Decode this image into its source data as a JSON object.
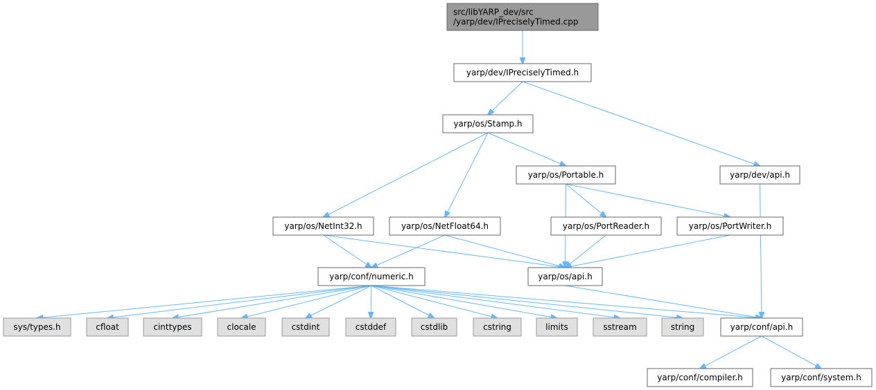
{
  "graph": {
    "colors": {
      "edge": "#63b8ff",
      "root_fill": "#999999",
      "root_border": "#666666",
      "internal_fill": "#ffffff",
      "internal_border": "#666666",
      "system_fill": "#e0e0e0",
      "system_border": "#999999"
    },
    "nodes": {
      "root": {
        "lines": [
          "src/libYARP_dev/src",
          "/yarp/dev/IPreciselyTimed.cpp"
        ],
        "kind": "root"
      },
      "ipt": {
        "lines": [
          "yarp/dev/IPreciselyTimed.h"
        ],
        "kind": "internal"
      },
      "stamp": {
        "lines": [
          "yarp/os/Stamp.h"
        ],
        "kind": "internal"
      },
      "devapi": {
        "lines": [
          "yarp/dev/api.h"
        ],
        "kind": "internal"
      },
      "portable": {
        "lines": [
          "yarp/os/Portable.h"
        ],
        "kind": "internal"
      },
      "netint32": {
        "lines": [
          "yarp/os/NetInt32.h"
        ],
        "kind": "internal"
      },
      "netfloat64": {
        "lines": [
          "yarp/os/NetFloat64.h"
        ],
        "kind": "internal"
      },
      "portreader": {
        "lines": [
          "yarp/os/PortReader.h"
        ],
        "kind": "internal"
      },
      "portwriter": {
        "lines": [
          "yarp/os/PortWriter.h"
        ],
        "kind": "internal"
      },
      "numeric": {
        "lines": [
          "yarp/conf/numeric.h"
        ],
        "kind": "internal"
      },
      "osapi": {
        "lines": [
          "yarp/os/api.h"
        ],
        "kind": "internal"
      },
      "systypes": {
        "lines": [
          "sys/types.h"
        ],
        "kind": "system"
      },
      "cfloat": {
        "lines": [
          "cfloat"
        ],
        "kind": "system"
      },
      "cinttypes": {
        "lines": [
          "cinttypes"
        ],
        "kind": "system"
      },
      "clocale": {
        "lines": [
          "clocale"
        ],
        "kind": "system"
      },
      "cstdint": {
        "lines": [
          "cstdint"
        ],
        "kind": "system"
      },
      "cstddef": {
        "lines": [
          "cstddef"
        ],
        "kind": "system"
      },
      "cstdlib": {
        "lines": [
          "cstdlib"
        ],
        "kind": "system"
      },
      "cstring": {
        "lines": [
          "cstring"
        ],
        "kind": "system"
      },
      "limits": {
        "lines": [
          "limits"
        ],
        "kind": "system"
      },
      "sstream": {
        "lines": [
          "sstream"
        ],
        "kind": "system"
      },
      "string": {
        "lines": [
          "string"
        ],
        "kind": "system"
      },
      "confapi": {
        "lines": [
          "yarp/conf/api.h"
        ],
        "kind": "internal"
      },
      "compiler": {
        "lines": [
          "yarp/conf/compiler.h"
        ],
        "kind": "internal"
      },
      "system": {
        "lines": [
          "yarp/conf/system.h"
        ],
        "kind": "internal"
      }
    },
    "edges": [
      [
        "root",
        "ipt"
      ],
      [
        "ipt",
        "stamp"
      ],
      [
        "ipt",
        "devapi"
      ],
      [
        "stamp",
        "netint32"
      ],
      [
        "stamp",
        "netfloat64"
      ],
      [
        "stamp",
        "portable"
      ],
      [
        "portable",
        "osapi"
      ],
      [
        "portable",
        "portreader"
      ],
      [
        "portable",
        "portwriter"
      ],
      [
        "portreader",
        "osapi"
      ],
      [
        "portwriter",
        "osapi"
      ],
      [
        "netint32",
        "numeric"
      ],
      [
        "netint32",
        "osapi"
      ],
      [
        "netfloat64",
        "numeric"
      ],
      [
        "netfloat64",
        "osapi"
      ],
      [
        "devapi",
        "confapi"
      ],
      [
        "osapi",
        "confapi"
      ],
      [
        "numeric",
        "systypes"
      ],
      [
        "numeric",
        "cfloat"
      ],
      [
        "numeric",
        "cinttypes"
      ],
      [
        "numeric",
        "clocale"
      ],
      [
        "numeric",
        "cstdint"
      ],
      [
        "numeric",
        "cstddef"
      ],
      [
        "numeric",
        "cstdlib"
      ],
      [
        "numeric",
        "cstring"
      ],
      [
        "numeric",
        "limits"
      ],
      [
        "numeric",
        "sstream"
      ],
      [
        "numeric",
        "string"
      ],
      [
        "numeric",
        "confapi"
      ],
      [
        "confapi",
        "compiler"
      ],
      [
        "confapi",
        "system"
      ]
    ]
  }
}
